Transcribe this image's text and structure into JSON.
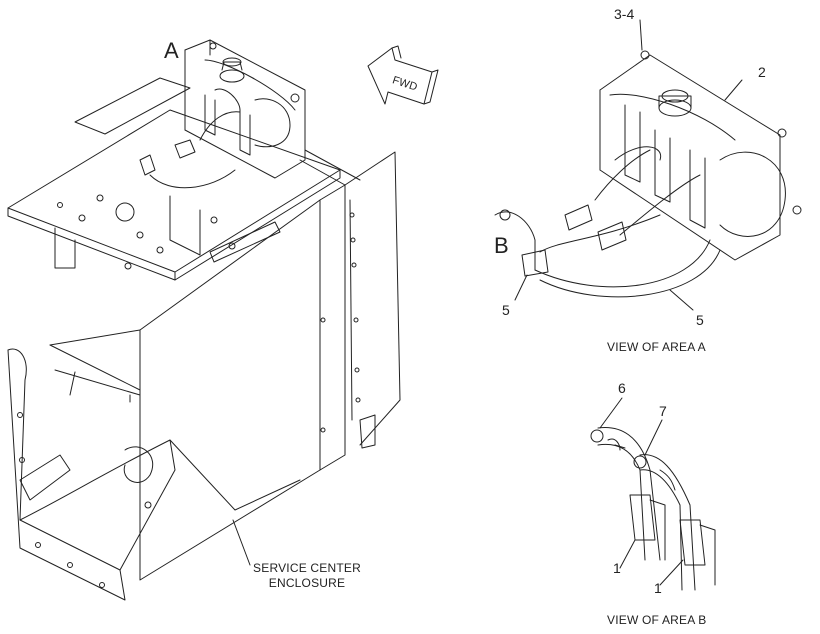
{
  "labels": {
    "area_a": "A",
    "area_b": "B",
    "fwd": "FWD",
    "callout_3_4": "3-4",
    "callout_2": "2",
    "callout_5_left": "5",
    "callout_5_right": "5",
    "callout_6": "6",
    "callout_7": "7",
    "callout_1_left": "1",
    "callout_1_right": "1",
    "view_area_a": "VIEW OF AREA A",
    "view_area_b": "VIEW OF AREA B",
    "enclosure_line1": "SERVICE CENTER",
    "enclosure_line2": "ENCLOSURE"
  }
}
